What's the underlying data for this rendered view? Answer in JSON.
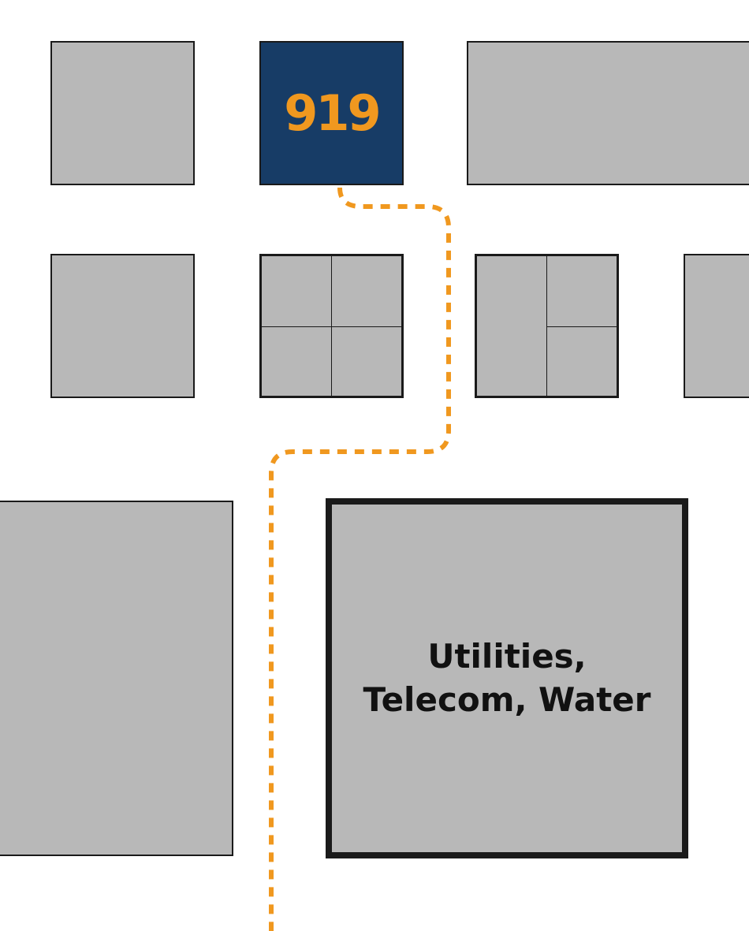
{
  "colors": {
    "background": "#ffffff",
    "block_fill": "#b8b8b8",
    "block_border": "#1a1a1a",
    "highlight_fill": "#173c66",
    "highlight_text": "#f0981f",
    "route": "#f0981f",
    "label_text": "#111111"
  },
  "highlighted_building": {
    "number": "919"
  },
  "zone": {
    "label_line1": "Utilities,",
    "label_line2": "Telecom, Water"
  },
  "route": {
    "style": "dashed",
    "icon": "walking-route-line"
  }
}
